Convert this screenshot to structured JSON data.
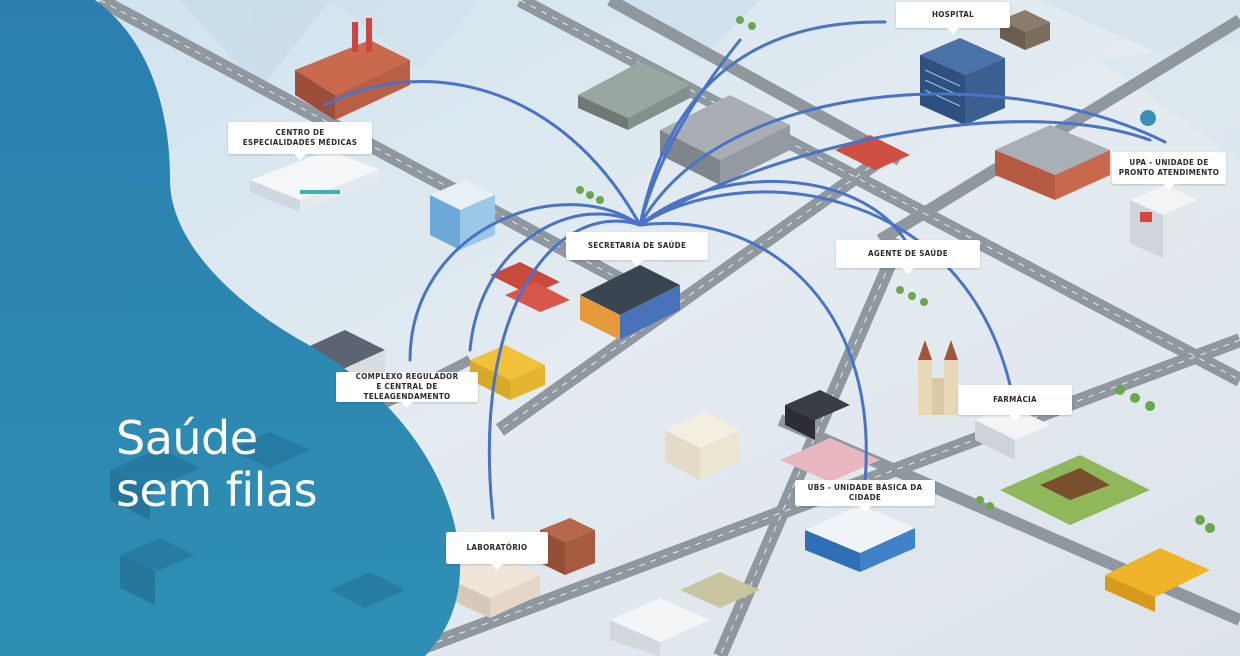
{
  "colors": {
    "panel_blue": "#2f86b0",
    "panel_blue_dark": "#1f6f98",
    "arc_blue": "#4a73c8",
    "road": "#8e969f",
    "ground": "#dfe6ee"
  },
  "title": {
    "line1": "Saúde",
    "line2": "sem filas"
  },
  "labels": {
    "hospital": "HOSPITAL",
    "centro_line1": "CENTRO DE",
    "centro_line2": "ESPECIALIDADES MÉDICAS",
    "upa_line1": "UPA - UNIDADE DE",
    "upa_line2": "PRONTO ATENDIMENTO",
    "secretaria": "SECRETARIA DE SAÚDE",
    "agente": "AGENTE DE SAÚDE",
    "complexo_line1": "COMPLEXO REGULADOR",
    "complexo_line2": "E CENTRAL DE TELEAGENDAMENTO",
    "farmacia": "FARMÁCIA",
    "ubs": "UBS - UNIDADE BÁSICA DA CIDADE",
    "laboratorio": "LABORATÓRIO"
  }
}
